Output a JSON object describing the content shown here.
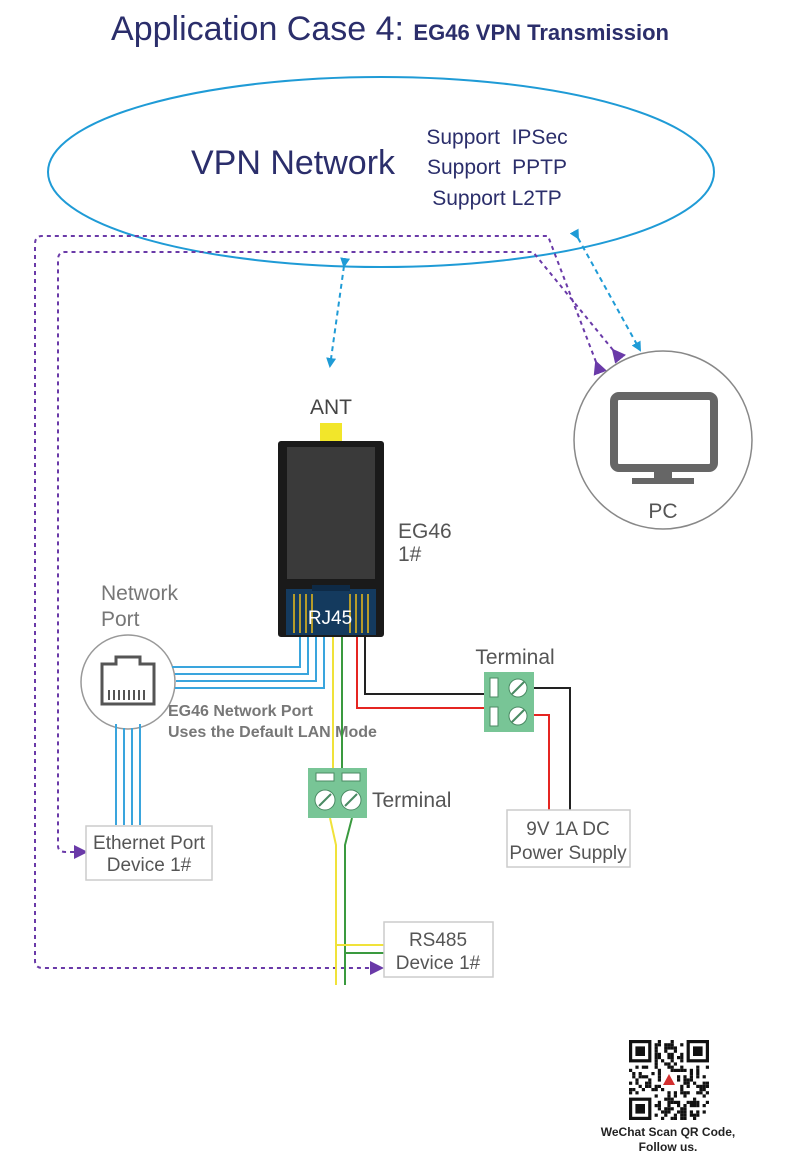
{
  "title": {
    "main": "Application Case 4: ",
    "sub": "EG46 VPN Transmission"
  },
  "vpn": {
    "name": "VPN Network",
    "supports": [
      "Support  IPSec",
      "Support  PPTP",
      "Support L2TP"
    ]
  },
  "pc": {
    "label": "PC"
  },
  "device": {
    "antenna_label": "ANT",
    "name_line1": "EG46",
    "name_line2": "1#",
    "port_label": "RJ45"
  },
  "network_port": {
    "label_line1": "Network",
    "label_line2": "Port",
    "note_line1": "EG46 Network Port",
    "note_line2": "Uses the Default LAN Mode"
  },
  "terminals": {
    "power_terminal": "Terminal",
    "rs485_terminal": "Terminal"
  },
  "power_supply": {
    "line1": "9V 1A DC",
    "line2": "Power Supply"
  },
  "ethernet_device": {
    "line1": "Ethernet Port",
    "line2": "Device 1#"
  },
  "rs485_device": {
    "line1": "RS485",
    "line2": "Device 1#"
  },
  "qr": {
    "caption_line1": "WeChat Scan QR Code,",
    "caption_line2": "Follow us."
  },
  "colors": {
    "title": "#2b2e6b",
    "vpn_ellipse": "#1f9bd6",
    "blue_link": "#1f9bd6",
    "purple_link": "#6a3aa8",
    "antenna": "#f2e62a",
    "terminal": "#78c596",
    "power_red": "#e52521",
    "power_black": "#222222",
    "rs485_yellow": "#f0e23a",
    "rs485_green": "#3a9a3f",
    "gray_text": "#555555"
  }
}
